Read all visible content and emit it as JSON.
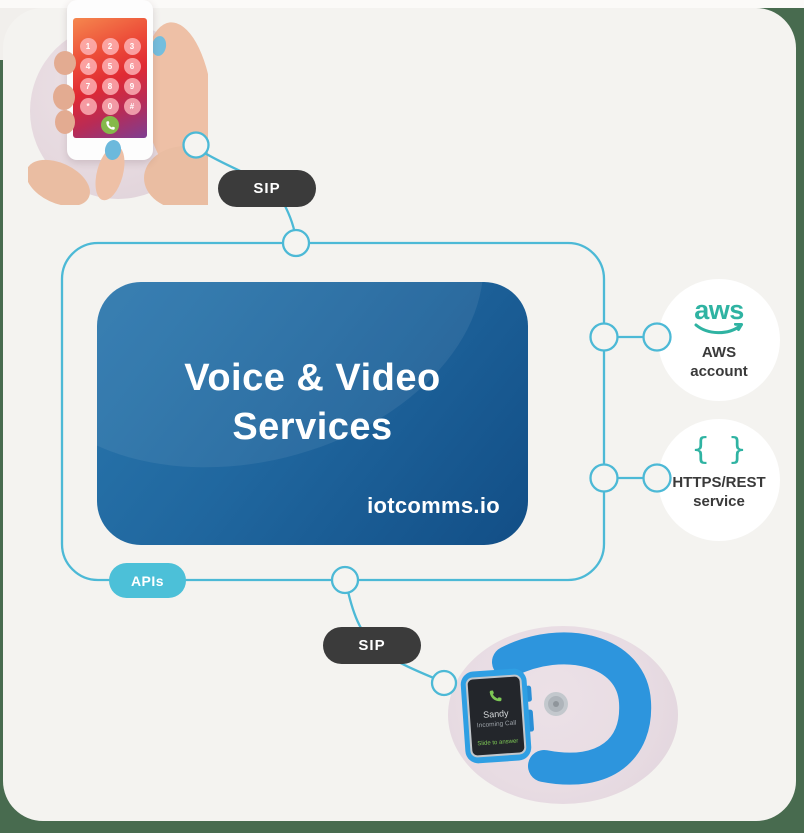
{
  "badges": {
    "sip_top": "SIP",
    "sip_bottom": "SIP",
    "apis": "APIs"
  },
  "services_card": {
    "title_line1": "Voice & Video",
    "title_line2": "Services",
    "brand": "iotcomms.io"
  },
  "aws": {
    "logo_text": "aws",
    "label_line1": "AWS",
    "label_line2": "account"
  },
  "rest": {
    "icon_text": "{ }",
    "label_line1": "HTTPS/REST",
    "label_line2": "service"
  },
  "phone": {
    "keys": [
      "1",
      "2",
      "3",
      "4",
      "5",
      "6",
      "7",
      "8",
      "9",
      "*",
      "0",
      "#"
    ]
  },
  "watch": {
    "caller": "Sandy",
    "status": "Incoming Call",
    "action": "Slide to answer"
  },
  "colors": {
    "frame_green": "#486b4f",
    "canvas": "#f4f3f0",
    "wire_teal": "#4cb9d6",
    "badge_dark": "#3b3b3b",
    "apis_blue": "#4cc0d8",
    "aws_teal": "#2fb3a2",
    "card_blue_light": "#2a77ad",
    "card_blue_dark": "#124e86",
    "watch_blue": "#2f9fe3"
  }
}
